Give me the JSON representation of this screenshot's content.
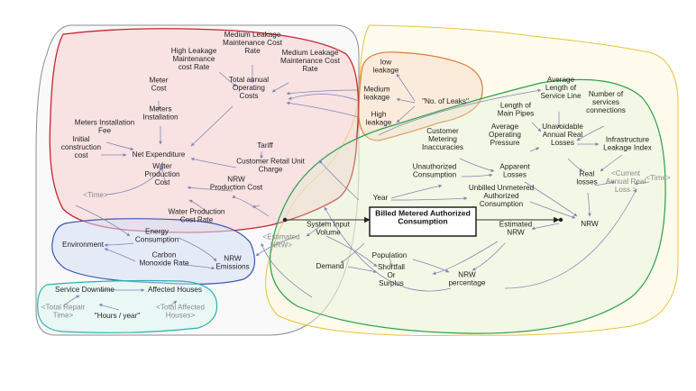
{
  "colors": {
    "cost": "#c8232c",
    "leak": "#e07a3a",
    "demand": "#2ea04a",
    "env": "#3a58b5",
    "service": "#2bb3b0",
    "outer_left": "#8c8c8c",
    "outer_right": "#e8c43a",
    "arrow": "#7f86b5"
  },
  "nodes": {
    "medium_leakage_maintenance_cost_rate_1": "Medium Leakage\nMaintenance Cost\nRate",
    "high_leakage_maintenance_cost_rate": "High Leakage\nMaintenance\ncost Rate",
    "medium_leakage_maintenance_cost_rate_2": "Medium Leakage\nMaintenance Cost\nRate",
    "total_annual_operating_costs": "Total annual\nOperating\nCosts",
    "meter_cost": "Meter\nCost",
    "meters_installation": "Meters\nInstallation",
    "meters_installation_fee": "Meters Installation\nFee",
    "initial_construction_cost": "Initial\nconstruction\ncost",
    "net_expenditure": "Net Expenditure",
    "tariff": "Tariff",
    "customer_retail_unit_charge": "Customer Retail Unit\nCharge",
    "time_shadow": "<Time>",
    "water_production_cost": "Water\nProduction\nCost",
    "nrw_production_cost": "NRW\nProduction Cost",
    "water_production_cost_rate": "Water Production\nCost Rate",
    "low_leakage": "low\nleakage",
    "medium_leakage": "Medium\nleakage",
    "high_leakage": "High\nleakage",
    "no_of_leaks": "\"No. of Leaks\"",
    "average_length_of_service_line": "Average\nLength of\nService Line",
    "number_of_services_connections": "Number of\nservices\nconnections",
    "length_of_main_pipes": "Length of\nMain Pipes",
    "customer_metering_inaccuracies": "Customer\nMetering\nInaccuracies",
    "average_operating_pressure": "Average\nOperating\nPressure",
    "unavoidable_annual_real_losses": "Unavoidable\nAnnual Real\nLosses",
    "infrastructure_leakage_index": "Infrastructure\nLeakage Index",
    "unauthorized_consumption": "Unauthorized\nConsumption",
    "apparent_losses": "Apparent\nLosses",
    "real_losses": "Real\nlosses",
    "current_annual_real_loss": "<Current\nAnnual Real\nLoss >",
    "time_shadow_right": "<Time>",
    "year": "Year",
    "unbilled_unmetered_authorized_consumption": "Unbilled Unmetered\nAuthorized\nConsumption",
    "billed_metered_authorized_consumption": "Billed Metered Authorized\nConsumption",
    "nrw": "NRW",
    "system_input_volume": "System Input\nVolume",
    "estimated_nrw_shadow": "<Estimated\nNRW>",
    "estimated_nrw": "Estimated\nNRW",
    "environment": "Environment",
    "energy_consumption": "Energy\nConsumption",
    "carbon_monoxide_rate": "Carbon\nMonoxide Rate",
    "nrw_emissions": "NRW\nEmissions",
    "population": "Population",
    "demand": "Demand",
    "shortfall_or_surplus": "Shortfall\nOr\nSurplus",
    "nrw_percentage": "NRW\npercentage",
    "service_downtime": "Service Downtime",
    "affected_houses": "Affected Houses",
    "total_repair_time": "<Total Repair\nTime>",
    "hours_per_year": "\"Hours / year\"",
    "total_affected_houses": "<Total Affected\nHouses>"
  }
}
